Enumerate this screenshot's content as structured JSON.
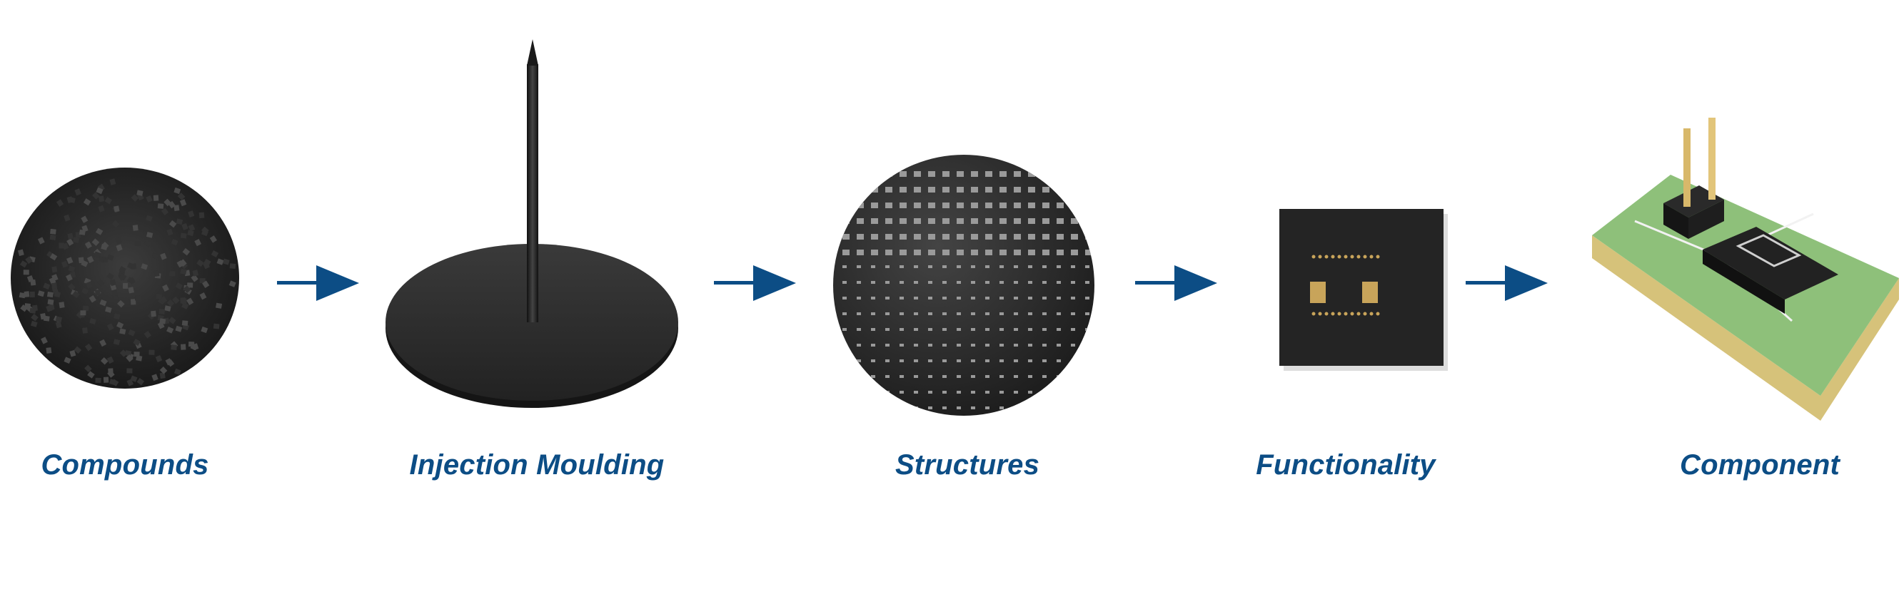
{
  "colors": {
    "accent": "#0c4d85",
    "material": "#2b2b2b",
    "gold": "#c8a45a",
    "pcb": "#8ec07a"
  },
  "steps": [
    {
      "label": "Compounds",
      "icon": "pellets-icon"
    },
    {
      "label": "Injection Moulding",
      "icon": "moulded-disc-icon"
    },
    {
      "label": "Structures",
      "icon": "wafer-icon"
    },
    {
      "label": "Functionality",
      "icon": "chip-icon"
    },
    {
      "label": "Component",
      "icon": "pcb-component-icon"
    }
  ]
}
